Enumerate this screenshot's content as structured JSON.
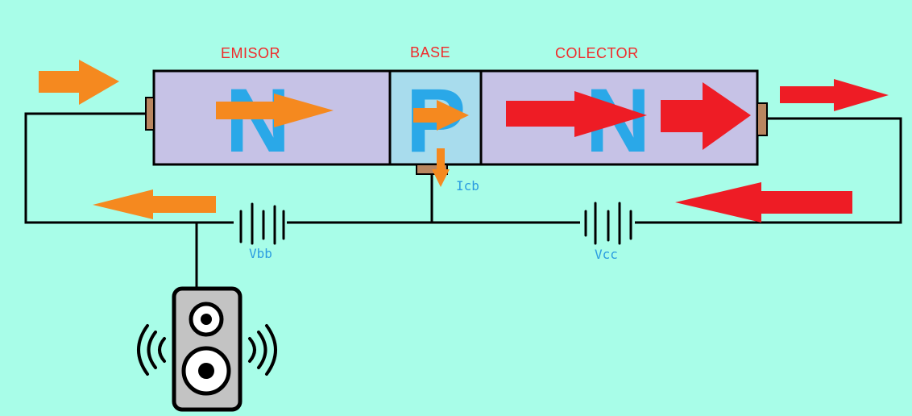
{
  "labels": {
    "emitter": "EMISOR",
    "base": "BASE",
    "collector": "COLECTOR",
    "emitter_type": "N",
    "base_type": "P",
    "collector_type": "N",
    "base_current": "Icb",
    "base_battery": "Vbb",
    "collector_battery": "Vcc"
  },
  "colors": {
    "background": "#a8fde8",
    "emitter_region": "#c6c2e6",
    "base_region": "#a8dced",
    "collector_region": "#c6c2e6",
    "region_text": "#f02a2a",
    "type_letter": "#2aa8e8",
    "meta_text": "#2a9ce0",
    "emitter_current_arrow": "#f5891f",
    "collector_current_arrow": "#ee1c25",
    "terminal": "#b98660",
    "wire": "#000000",
    "speaker_body": "#c3c3c3"
  },
  "icons": {
    "battery": "battery-icon",
    "speaker": "speaker-icon",
    "sound_waves": "sound-wave-icon",
    "arrow": "arrow-icon"
  }
}
